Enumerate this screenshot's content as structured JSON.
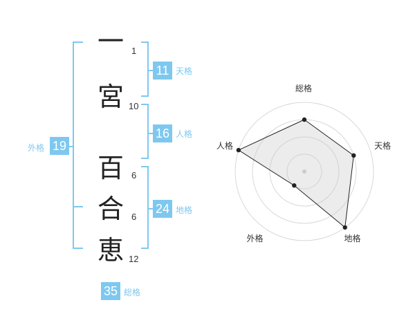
{
  "name": {
    "characters": [
      {
        "char": "一",
        "strokes": "1"
      },
      {
        "char": "宮",
        "strokes": "10"
      },
      {
        "char": "百",
        "strokes": "6"
      },
      {
        "char": "合",
        "strokes": "6"
      },
      {
        "char": "恵",
        "strokes": "12"
      }
    ]
  },
  "grades": {
    "tenkaku": {
      "value": "11",
      "label": "天格"
    },
    "jinkaku": {
      "value": "16",
      "label": "人格"
    },
    "chikaku": {
      "value": "24",
      "label": "地格"
    },
    "gaikaku": {
      "value": "19",
      "label": "外格"
    },
    "soukaku": {
      "value": "35",
      "label": "総格"
    }
  },
  "colors": {
    "accent": "#7ec8f0",
    "text": "#222222"
  },
  "chart_data": {
    "type": "radar",
    "axes": [
      "総格",
      "天格",
      "地格",
      "外格",
      "人格"
    ],
    "rings": 4,
    "max": 4,
    "values": [
      3,
      3,
      4,
      1,
      4
    ]
  }
}
